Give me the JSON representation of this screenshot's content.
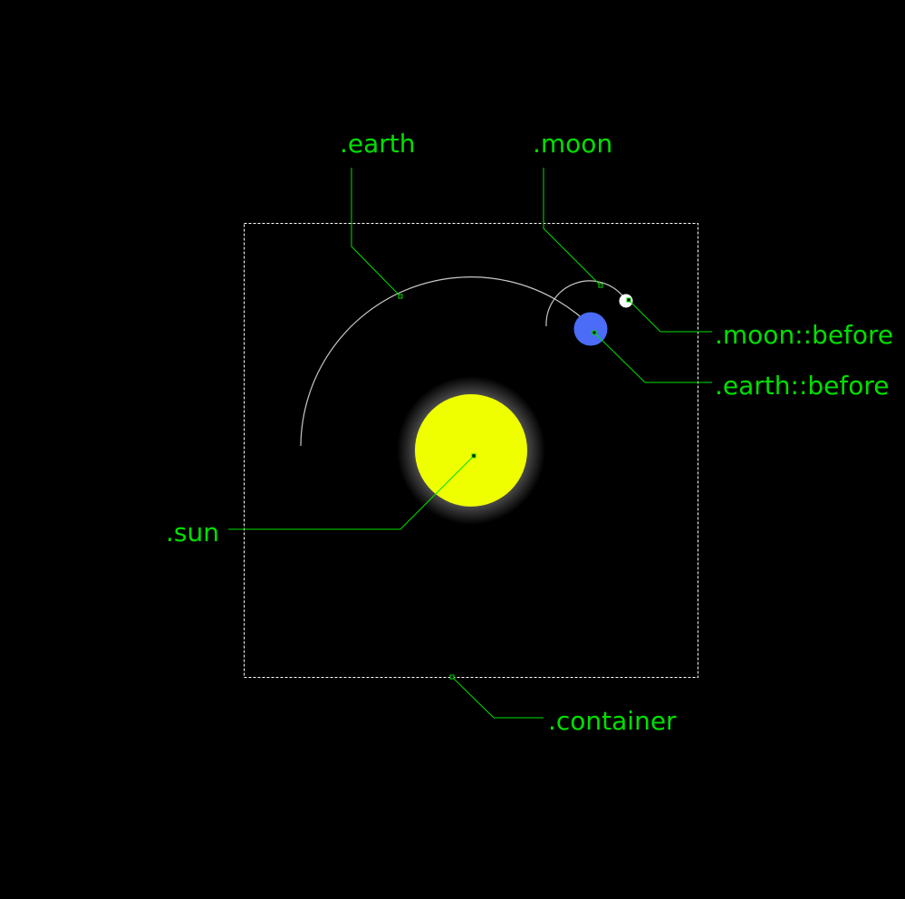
{
  "labels": {
    "earth": ".earth",
    "moon": ".moon",
    "moon_before": ".moon::before",
    "earth_before": ".earth::before",
    "sun": ".sun",
    "container": ".container"
  },
  "colors": {
    "background": "#000000",
    "annotation": "#00e000",
    "sun": "#f0ff00",
    "sun_glow": "#ffffff",
    "earth": "#4a6cf7",
    "moon": "#ffffff",
    "orbit_path": "#c8c8c8",
    "container_border": "#ffffff"
  }
}
